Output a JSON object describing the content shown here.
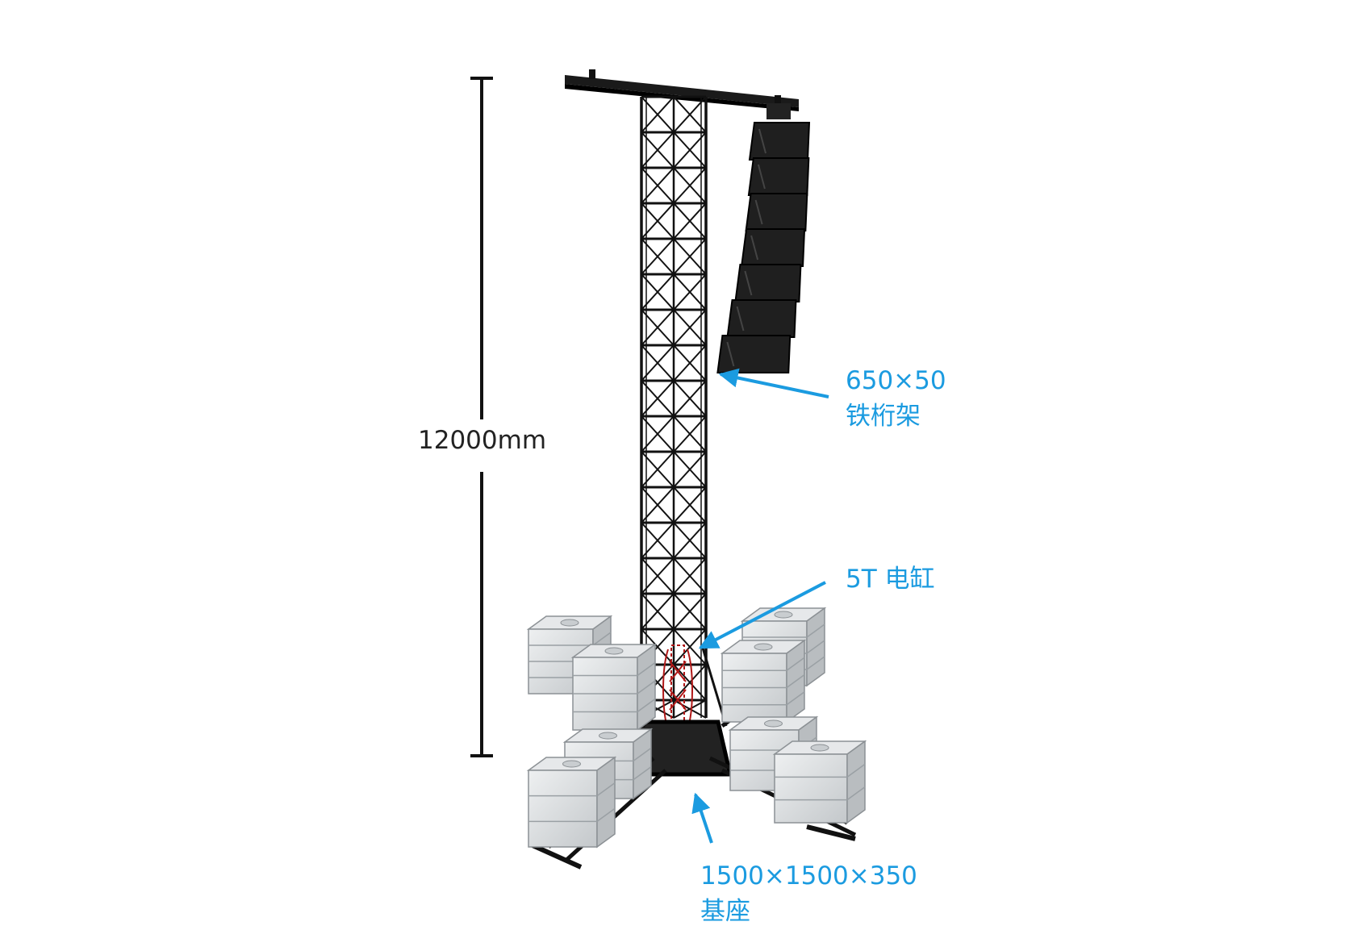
{
  "height_dimension": "12000mm",
  "callouts": {
    "truss": {
      "spec": "650×50",
      "name": "铁桁架"
    },
    "cylinder": {
      "text": "5T 电缸"
    },
    "base": {
      "spec": "1500×1500×350",
      "name": "基座"
    }
  },
  "colors": {
    "accent": "#1b9be0",
    "structure": "#111111",
    "ballast": "#d3d6d8",
    "cylinder": "#b01818"
  }
}
